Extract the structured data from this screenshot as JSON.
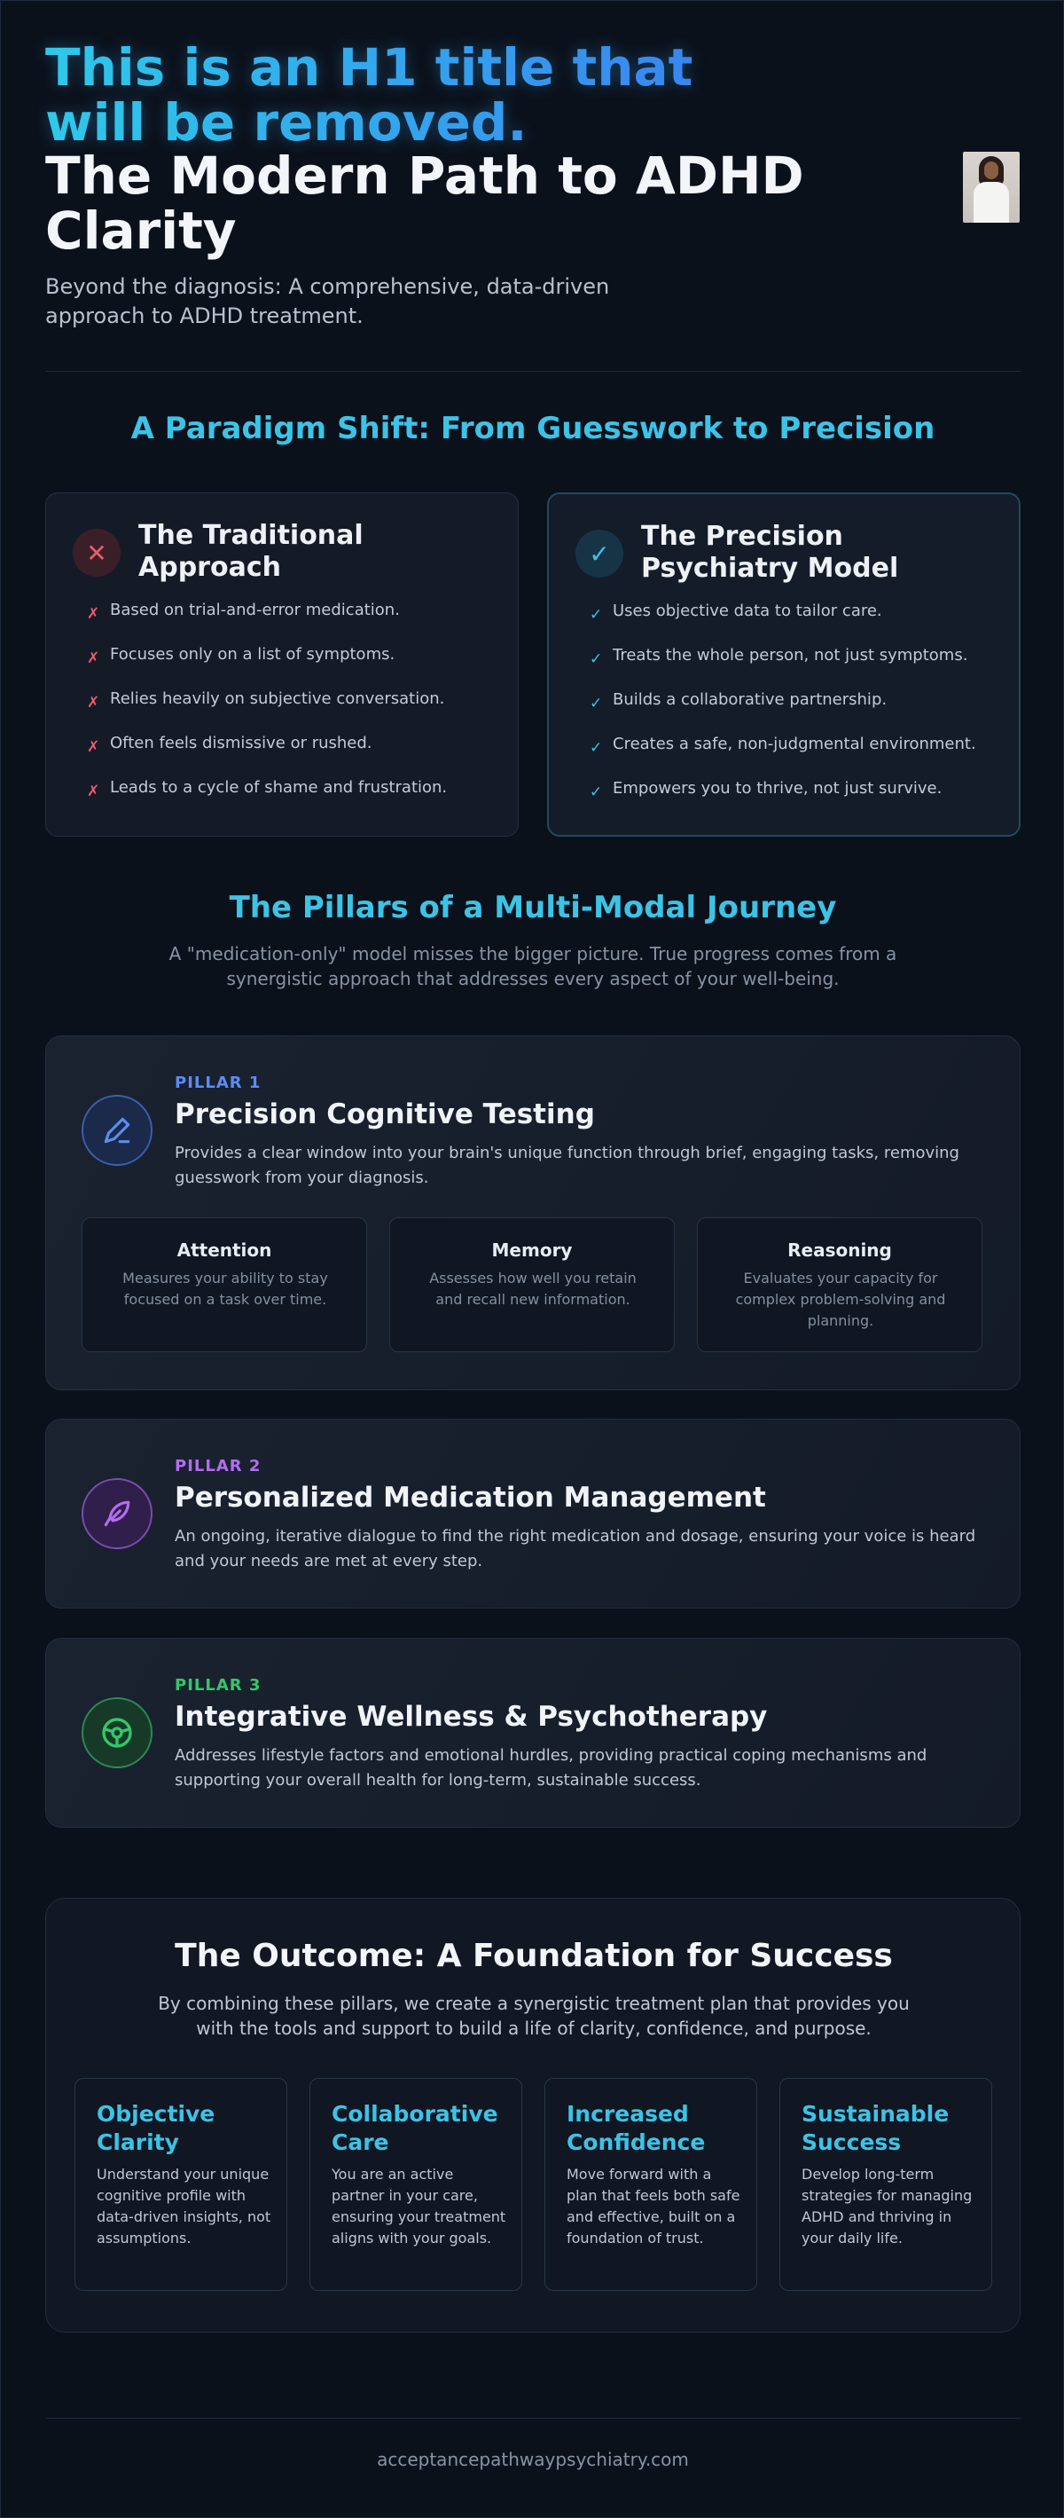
{
  "header": {
    "h1_removed": "This is an H1 title that will be removed.",
    "title": "The Modern Path to ADHD Clarity",
    "subtitle": "Beyond the diagnosis: A comprehensive, data-driven approach to ADHD treatment."
  },
  "paradigm": {
    "title": "A Paradigm Shift: From Guesswork to Precision",
    "traditional": {
      "icon": "x-icon",
      "title": "The Traditional Approach",
      "items": [
        "Based on trial-and-error medication.",
        "Focuses only on a list of symptoms.",
        "Relies heavily on subjective conversation.",
        "Often feels dismissive or rushed.",
        "Leads to a cycle of shame and frustration."
      ]
    },
    "precision": {
      "icon": "check-icon",
      "title": "The Precision Psychiatry Model",
      "items": [
        "Uses objective data to tailor care.",
        "Treats the whole person, not just symptoms.",
        "Builds a collaborative partnership.",
        "Creates a safe, non-judgmental environment.",
        "Empowers you to thrive, not just survive."
      ]
    }
  },
  "pillars": {
    "title": "The Pillars of a Multi-Modal Journey",
    "subtitle": "A \"medication-only\" model misses the bigger picture. True progress comes from a synergistic approach that addresses every aspect of your well-being.",
    "items": [
      {
        "label": "PILLAR 1",
        "title": "Precision Cognitive Testing",
        "desc": "Provides a clear window into your brain's unique function through brief, engaging tasks, removing guesswork from your diagnosis.",
        "color": "#5b8cf0",
        "icon": "pen-icon"
      },
      {
        "label": "PILLAR 2",
        "title": "Personalized Medication Management",
        "desc": "An ongoing, iterative dialogue to find the right medication and dosage, ensuring your voice is heard and your needs are met at every step.",
        "color": "#b46cf0",
        "icon": "feather-icon"
      },
      {
        "label": "PILLAR 3",
        "title": "Integrative Wellness & Psychotherapy",
        "desc": "Addresses lifestyle factors and emotional hurdles, providing practical coping mechanisms and supporting your overall health for long-term, sustainable success.",
        "color": "#34c76a",
        "icon": "wheel-icon"
      }
    ],
    "tests": [
      {
        "title": "Attention",
        "desc": "Measures your ability to stay focused on a task over time."
      },
      {
        "title": "Memory",
        "desc": "Assesses how well you retain and recall new information."
      },
      {
        "title": "Reasoning",
        "desc": "Evaluates your capacity for complex problem-solving and planning."
      }
    ]
  },
  "outcome": {
    "title": "The Outcome: A Foundation for Success",
    "desc": "By combining these pillars, we create a synergistic treatment plan that provides you with the tools and support to build a life of clarity, confidence, and purpose.",
    "cards": [
      {
        "title": "Objective Clarity",
        "desc": "Understand your unique cognitive profile with data-driven insights, not assumptions."
      },
      {
        "title": "Collaborative Care",
        "desc": "You are an active partner in your care, ensuring your treatment aligns with your goals."
      },
      {
        "title": "Increased Confidence",
        "desc": "Move forward with a plan that feels both safe and effective, built on a foundation of trust."
      },
      {
        "title": "Sustainable Success",
        "desc": "Develop long-term strategies for managing ADHD and thriving in your daily life."
      }
    ]
  },
  "footer": {
    "site": "acceptancepathwaypsychiatry.com"
  },
  "colors": {
    "accent": "#3cc3e6",
    "danger": "#ef5b6e",
    "background": "#0b111b"
  }
}
